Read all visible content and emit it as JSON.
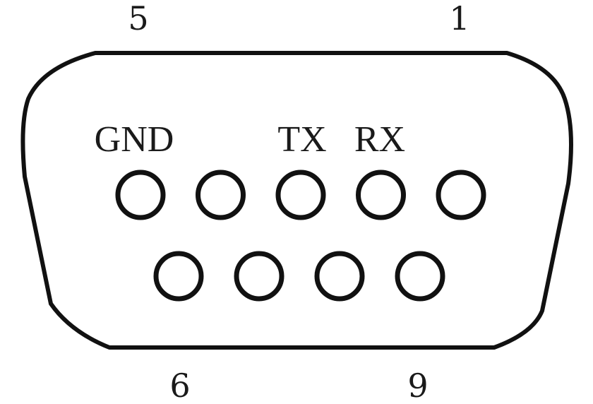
{
  "connector": {
    "pin_numbers": {
      "top_left": "5",
      "top_right": "1",
      "bottom_left": "6",
      "bottom_right": "9"
    },
    "signals": {
      "gnd": "GND",
      "tx": "TX",
      "rx": "RX"
    },
    "top_row_pin_count": 5,
    "bottom_row_pin_count": 4,
    "colors": {
      "outline": "#111111",
      "text": "#1a1a1a",
      "background": "#ffffff"
    }
  }
}
